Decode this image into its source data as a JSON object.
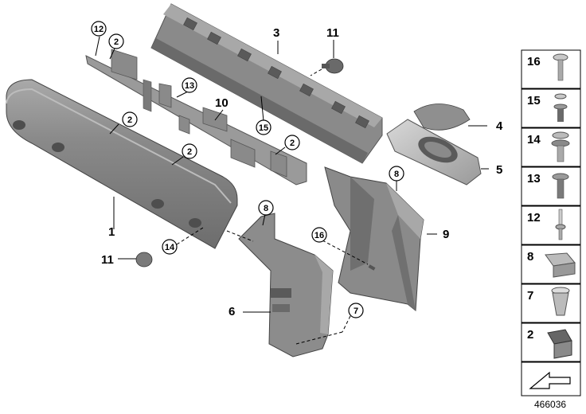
{
  "callouts": {
    "c1": "1",
    "c2a": "2",
    "c2b": "2",
    "c2c": "2",
    "c2d": "2",
    "c3": "3",
    "c4": "4",
    "c5": "5",
    "c6": "6",
    "c7": "7",
    "c8a": "8",
    "c8b": "8",
    "c9": "9",
    "c10": "10",
    "c11a": "11",
    "c11b": "11",
    "c12": "12",
    "c13": "13",
    "c14": "14",
    "c15": "15",
    "c16": "16"
  },
  "legend": [
    "16",
    "15",
    "14",
    "13",
    "12",
    "8",
    "7",
    "2"
  ],
  "doc_number": "466036",
  "colors": {
    "part_fill": "#8c8c8c",
    "part_dark": "#5f5f5f",
    "part_light": "#b5b5b5",
    "legend_border": "#000000"
  }
}
